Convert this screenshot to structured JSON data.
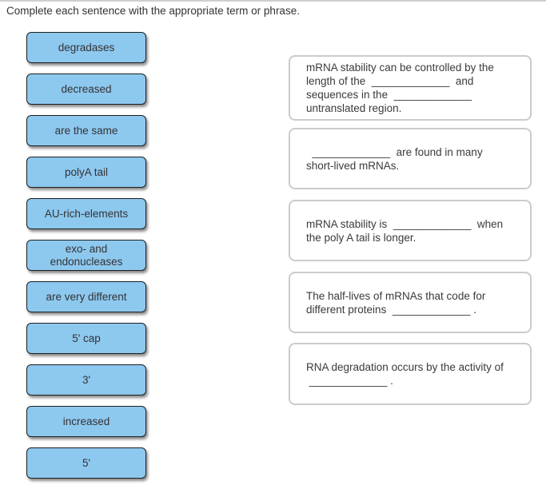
{
  "page": {
    "title": "Complete each sentence with the appropriate term or phrase."
  },
  "terms": [
    {
      "label": "degradases"
    },
    {
      "label": "decreased"
    },
    {
      "label": "are the same"
    },
    {
      "label": "polyA tail"
    },
    {
      "label": "AU-rich-elements"
    },
    {
      "label": "exo- and endonucleases"
    },
    {
      "label": "are very different"
    },
    {
      "label": "5' cap"
    },
    {
      "label": "3'"
    },
    {
      "label": "increased"
    },
    {
      "label": "5'"
    }
  ],
  "sentences": [
    {
      "text": "mRNA stability can be controlled by the\nlength of the  _____________  and\nsequences in the  _____________\nuntranslated region."
    },
    {
      "text": "  _____________  are found in many\nshort-lived mRNAs."
    },
    {
      "text": "mRNA stability is  _____________  when\nthe poly A tail is longer."
    },
    {
      "text": "The half-lives of mRNAs that code for\ndifferent proteins  _____________ ."
    },
    {
      "text": "RNA degradation occurs by the activity of\n _____________ ."
    }
  ],
  "colors": {
    "chip_background": "#8dc8ef",
    "chip_border": "#1f1f1f",
    "box_border": "#cbcbcb",
    "body_text": "#3a3a3a",
    "title_text": "#333333",
    "page_background": "#ffffff"
  }
}
